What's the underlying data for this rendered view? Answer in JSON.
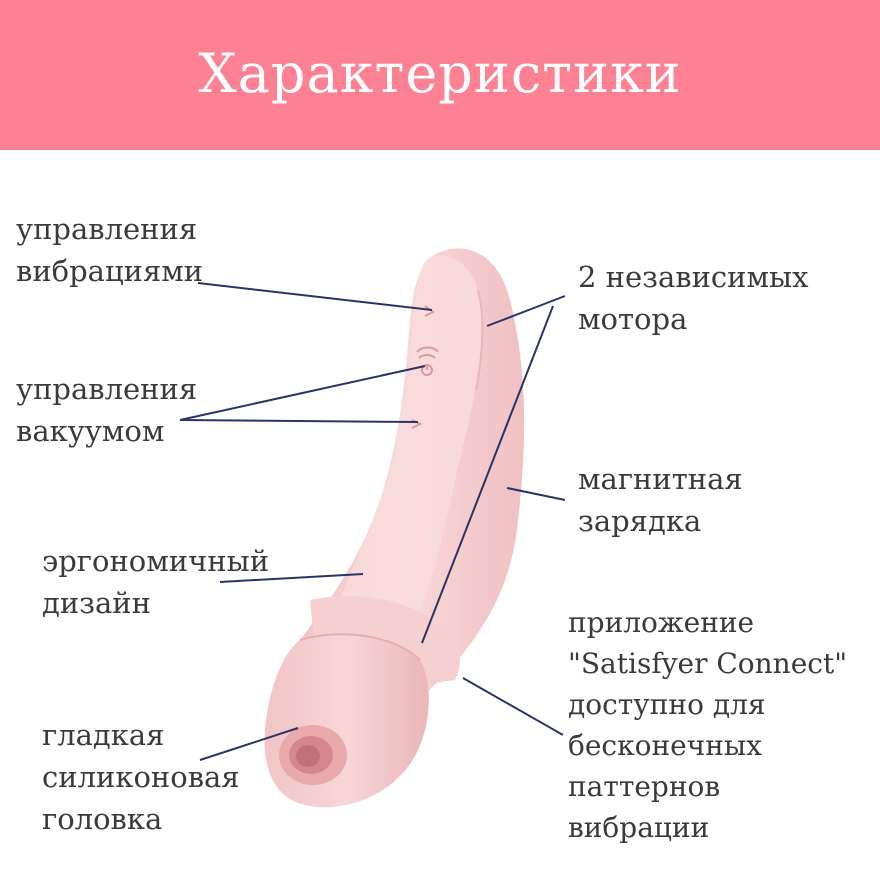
{
  "header": {
    "title": "Характеристики"
  },
  "colors": {
    "header_bg": "#fd8193",
    "device_pink": "#f8d3d4",
    "pointer_line": "#2a3466"
  },
  "device": {
    "name": "device-illustration"
  },
  "labels": {
    "vibration_control": [
      "управления",
      "вибрациями"
    ],
    "vacuum_control": [
      "управления",
      "вакуумом"
    ],
    "ergonomic": [
      "эргономичный",
      "дизайн"
    ],
    "silicone_head": [
      "гладкая",
      "силиконовая",
      "головка"
    ],
    "motors": [
      "2 независимых",
      "мотора"
    ],
    "magnetic_charging": [
      "магнитная",
      "зарядка"
    ],
    "app": [
      "приложение",
      "\"Satisfyer Connect\"",
      "доступно для",
      "бесконечных",
      "паттернов",
      "вибрации"
    ]
  }
}
